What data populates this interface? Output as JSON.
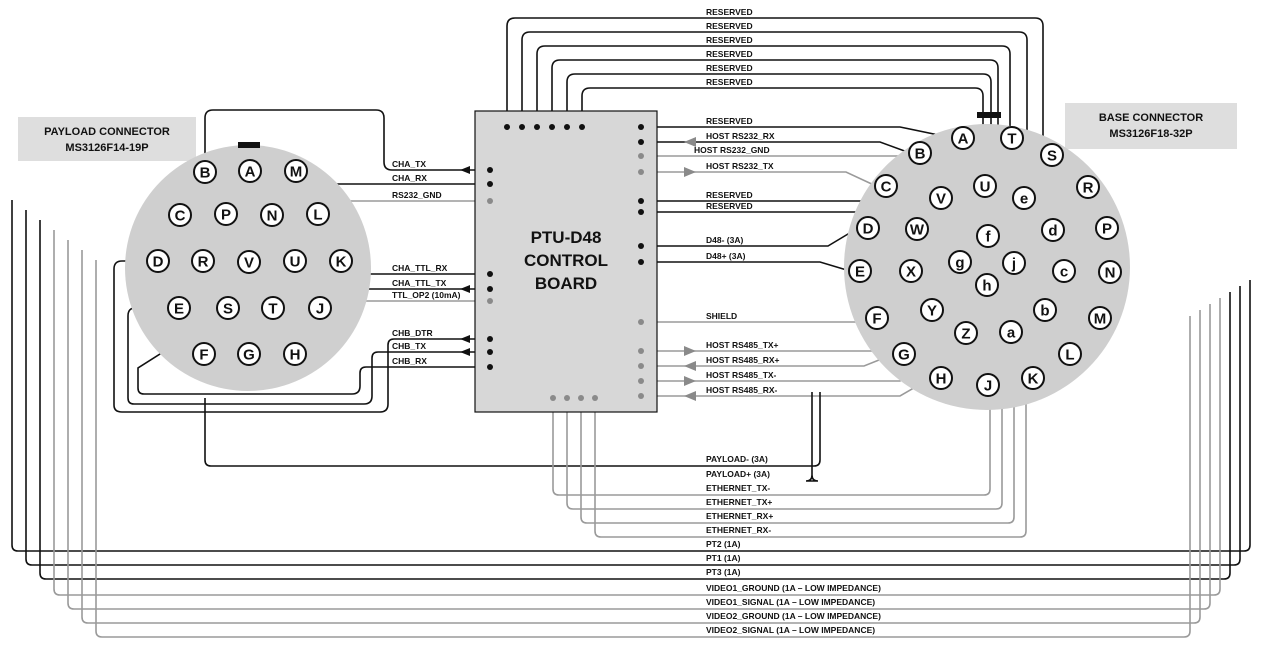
{
  "colors": {
    "connector_fill": "#cfcfcf",
    "board_fill": "#d7d7d7",
    "label_box": "#dedede",
    "wire_dark": "#111111",
    "wire_gray": "#9a9a9a"
  },
  "payload_connector": {
    "title_line1": "PAYLOAD CONNECTOR",
    "title_line2": "MS3126F14-19P",
    "pins": [
      "A",
      "B",
      "M",
      "C",
      "P",
      "N",
      "L",
      "D",
      "R",
      "V",
      "U",
      "K",
      "E",
      "S",
      "T",
      "J",
      "F",
      "G",
      "H"
    ]
  },
  "base_connector": {
    "title_line1": "BASE CONNECTOR",
    "title_line2": "MS3126F18-32P",
    "pins": [
      "A",
      "T",
      "B",
      "U",
      "e",
      "S",
      "C",
      "V",
      "R",
      "d",
      "f",
      "D",
      "W",
      "g",
      "j",
      "P",
      "E",
      "X",
      "h",
      "c",
      "N",
      "F",
      "Y",
      "b",
      "M",
      "Z",
      "a",
      "G",
      "L",
      "H",
      "K",
      "J"
    ]
  },
  "board": {
    "line1": "PTU-D48",
    "line2": "CONTROL",
    "line3": "BOARD"
  },
  "top_labels": [
    "RESERVED",
    "RESERVED",
    "RESERVED",
    "RESERVED",
    "RESERVED",
    "RESERVED"
  ],
  "left_labels": [
    "CHA_TX",
    "CHA_RX",
    "RS232_GND",
    "CHA_TTL_RX",
    "CHA_TTL_TX",
    "TTL_OP2 (10mA)",
    "CHB_DTR",
    "CHB_TX",
    "CHB_RX"
  ],
  "right_labels": [
    "RESERVED",
    "HOST RS232_RX",
    "HOST RS232_GND",
    "HOST RS232_TX",
    "RESERVED",
    "RESERVED",
    "D48- (3A)",
    "D48+ (3A)",
    "SHIELD",
    "HOST RS485_TX+",
    "HOST RS485_RX+",
    "HOST RS485_TX-",
    "HOST RS485_RX-"
  ],
  "bottom_labels": [
    "PAYLOAD- (3A)",
    "PAYLOAD+ (3A)",
    "ETHERNET_TX-",
    "ETHERNET_TX+",
    "ETHERNET_RX+",
    "ETHERNET_RX-",
    "PT2 (1A)",
    "PT1 (1A)",
    "PT3 (1A)",
    "VIDEO1_GROUND (1A – LOW IMPEDANCE)",
    "VIDEO1_SIGNAL (1A – LOW IMPEDANCE)",
    "VIDEO2_GROUND (1A – LOW IMPEDANCE)",
    "VIDEO2_SIGNAL (1A – LOW IMPEDANCE)"
  ]
}
